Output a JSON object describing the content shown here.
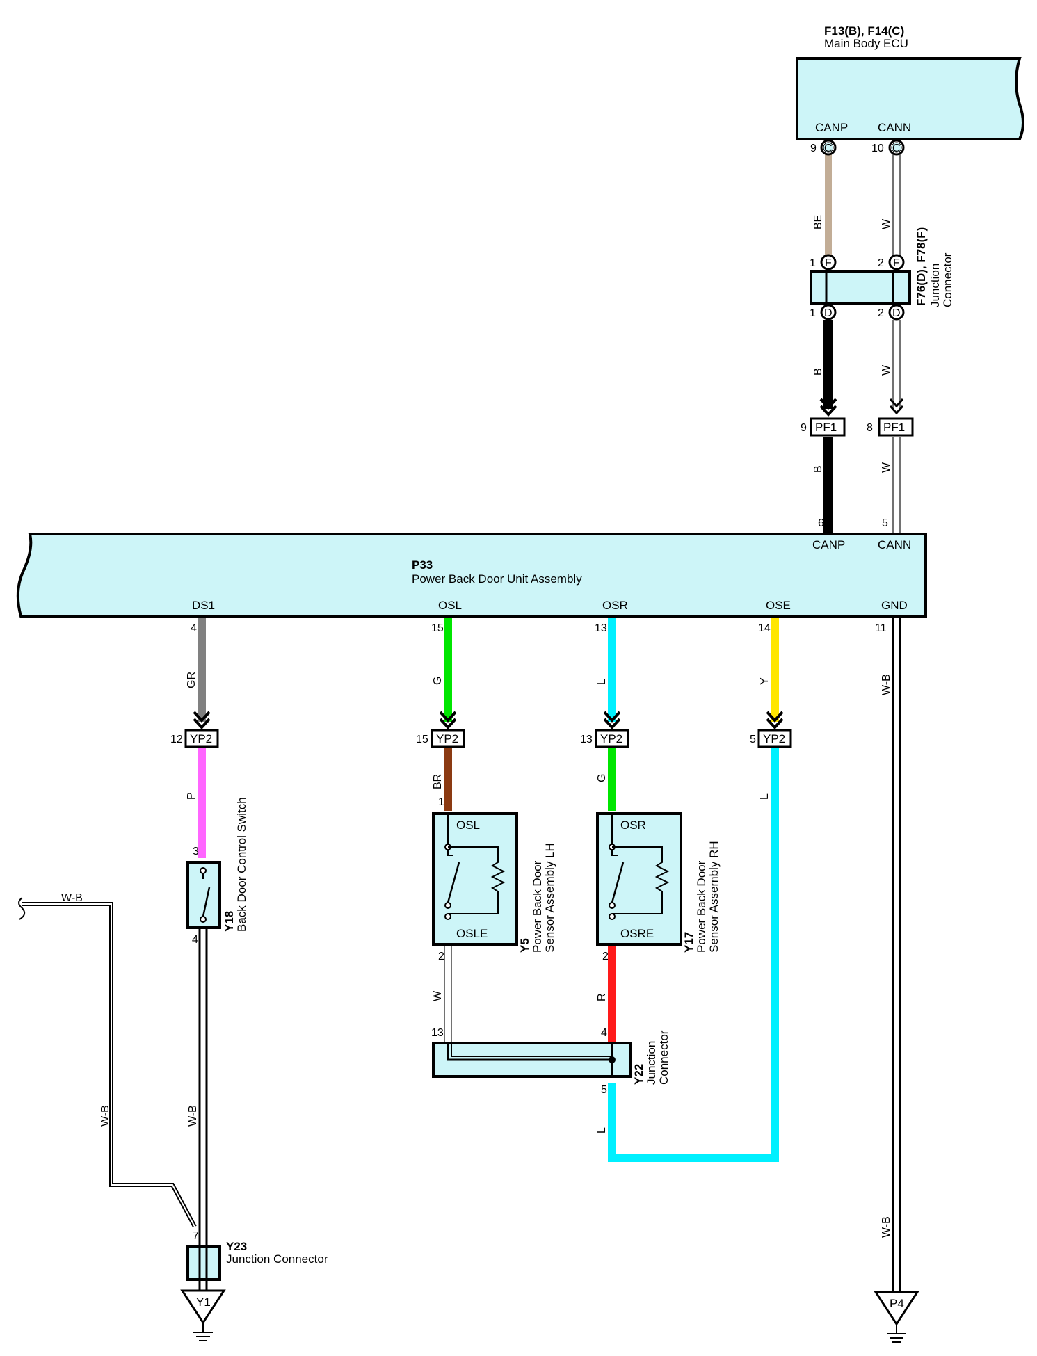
{
  "ecu": {
    "code": "F13(B), F14(C)",
    "name": "Main Body ECU",
    "pins": [
      {
        "name": "CANP",
        "num": "9",
        "conn": "C"
      },
      {
        "name": "CANN",
        "num": "10",
        "conn": "C"
      }
    ]
  },
  "junction_f": {
    "code": "F76(D), F78(F)",
    "name_line1": "Junction",
    "name_line2": "Connector",
    "top_pins": [
      {
        "num": "1",
        "conn": "F"
      },
      {
        "num": "2",
        "conn": "F"
      }
    ],
    "bottom_pins": [
      {
        "num": "1",
        "conn": "D"
      },
      {
        "num": "2",
        "conn": "D"
      }
    ]
  },
  "pf1": {
    "label": "PF1",
    "pins": [
      "9",
      "8"
    ]
  },
  "pbd_unit": {
    "code": "P33",
    "name": "Power Back Door Unit Assembly",
    "top_pins": [
      {
        "name": "CANP",
        "num": "6"
      },
      {
        "name": "CANN",
        "num": "5"
      }
    ],
    "bottom_pins": [
      {
        "name": "DS1",
        "num": "4"
      },
      {
        "name": "OSL",
        "num": "15"
      },
      {
        "name": "OSR",
        "num": "13"
      },
      {
        "name": "OSE",
        "num": "14"
      },
      {
        "name": "GND",
        "num": "11"
      }
    ]
  },
  "yp2": {
    "label": "YP2",
    "pins": [
      "12",
      "15",
      "13",
      "5"
    ]
  },
  "back_door_switch": {
    "code": "Y18",
    "name": "Back Door Control Switch",
    "pins": [
      "3",
      "4"
    ]
  },
  "sensor_lh": {
    "code": "Y5",
    "name_line1": "Power Back Door",
    "name_line2": "Sensor Assembly LH",
    "term_top": "OSL",
    "term_bottom": "OSLE",
    "pins": [
      "1",
      "2"
    ]
  },
  "sensor_rh": {
    "code": "Y17",
    "name_line1": "Power Back Door",
    "name_line2": "Sensor Assembly RH",
    "term_top": "OSR",
    "term_bottom": "OSRE",
    "pins": [
      "2"
    ]
  },
  "junction_y22": {
    "code": "Y22",
    "name_line1": "Junction",
    "name_line2": "Connector",
    "pins": [
      "13",
      "4",
      "5"
    ]
  },
  "junction_y23": {
    "code": "Y23",
    "name": "Junction Connector",
    "pin": "7"
  },
  "grounds": {
    "left": "Y1",
    "right": "P4"
  },
  "wires": {
    "ecu_canp": {
      "code": "BE",
      "color": "#c2ad96"
    },
    "ecu_cann": {
      "code": "W",
      "color": "#ffffff"
    },
    "jf_canp": {
      "code": "B",
      "color": "#000000"
    },
    "jf_cann": {
      "code": "W",
      "color": "#ffffff"
    },
    "pf1_canp": {
      "code": "B",
      "color": "#000000"
    },
    "pf1_cann": {
      "code": "W",
      "color": "#ffffff"
    },
    "ds1": {
      "code": "GR",
      "color": "#808080"
    },
    "osl": {
      "code": "G",
      "color": "#00e600"
    },
    "osr": {
      "code": "L",
      "color": "#00f0ff"
    },
    "ose": {
      "code": "Y",
      "color": "#ffe600"
    },
    "gnd": {
      "code": "W-B",
      "color": "#ffffff"
    },
    "switch_in": {
      "code": "P",
      "color": "#ff66ff"
    },
    "lh_in": {
      "code": "BR",
      "color": "#8b3a12"
    },
    "rh_in": {
      "code": "G",
      "color": "#00e600"
    },
    "ose_out": {
      "code": "L",
      "color": "#00f0ff"
    },
    "lh_out": {
      "code": "W",
      "color": "#ffffff"
    },
    "rh_out": {
      "code": "R",
      "color": "#ff1a1a"
    },
    "y22_out": {
      "code": "L",
      "color": "#00f0ff"
    },
    "switch_out": {
      "code": "W-B",
      "color": "#ffffff"
    },
    "body_ground": {
      "code": "W-B",
      "color": "#ffffff"
    },
    "body_ground_v": {
      "code": "W-B",
      "color": "#ffffff"
    },
    "gnd_low": {
      "code": "W-B",
      "color": "#ffffff"
    }
  }
}
